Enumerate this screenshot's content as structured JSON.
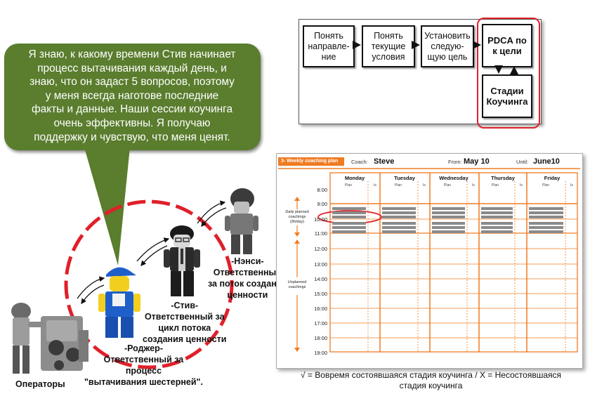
{
  "bubble": {
    "lines": [
      "Я знаю, к какому времени Стив начинает",
      "процесс  вытачивания каждый день, и",
      "знаю, что он задаст 5 вопросов, поэтому",
      "у меня всегда наготове последние",
      "факты и данные. Наши сессии коучинга",
      "очень эффективны. Я получаю",
      "поддержку и чувствую, что меня ценят."
    ]
  },
  "flow": {
    "box1": [
      "Понять",
      "направле-",
      "ние"
    ],
    "box2": [
      "Понять",
      "текущие",
      "условия"
    ],
    "box3": [
      "Установить",
      "следую-",
      "щую цель"
    ],
    "box4": [
      "PDCA по",
      "к цели"
    ],
    "box5": [
      "Стадии",
      "Коучинга"
    ]
  },
  "people": {
    "nancy": [
      "-Нэнси-",
      "Ответственный",
      "за поток создания",
      "ценности"
    ],
    "steve": [
      "-Стив-",
      "Ответственный за",
      "цикл потока",
      "создания ценности"
    ],
    "roger": [
      "-Роджер-",
      "Ответственный за",
      "процесс",
      "\"вытачивания шестерней\"."
    ],
    "operators": "Операторы"
  },
  "schedule": {
    "title": "3-  Weekly coaching plan",
    "coach_label": "Coach:",
    "coach": "Steve",
    "from_label": "From:",
    "from": "May 10",
    "until_label": "Until:",
    "until": "June10",
    "days": [
      "Monday",
      "Tuesday",
      "Wednesday",
      "Thursday",
      "Friday"
    ],
    "plan_label": "Plan",
    "is_label": "Is",
    "times": [
      "8:00",
      "9:00",
      "10:00",
      "11:00",
      "12:00",
      "13:00",
      "14:00",
      "15:00",
      "16:00",
      "17:00",
      "18:00",
      "19:00"
    ],
    "side1": [
      "Daily planned",
      "coachings",
      "(9h/day)"
    ],
    "side2": [
      "Unplanned",
      "coachings"
    ]
  },
  "caption": {
    "line1": "√ = Вовремя состоявшаяся стадия коучинга / X = Несостоявшаяся",
    "line2": "стадия коучинга"
  },
  "colors": {
    "bubble": "#5a7d2e",
    "accent": "#f07b22",
    "highlight": "#e0202a"
  }
}
